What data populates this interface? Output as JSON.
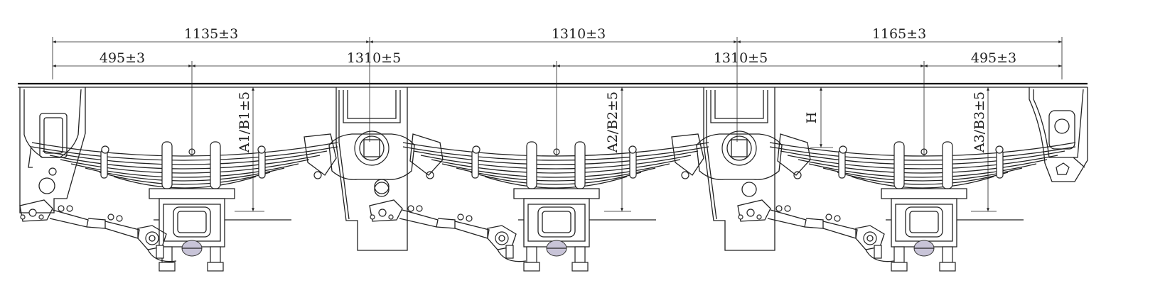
{
  "drawing": {
    "top_dimensions": [
      "1135±3",
      "1310±3",
      "1165±3"
    ],
    "second_dimensions": [
      "495±3",
      "1310±5",
      "1310±5",
      "495±3"
    ],
    "vertical_labels": [
      "A1/B1±5",
      "A2/B2±5",
      "H",
      "A3/B3±5"
    ]
  }
}
